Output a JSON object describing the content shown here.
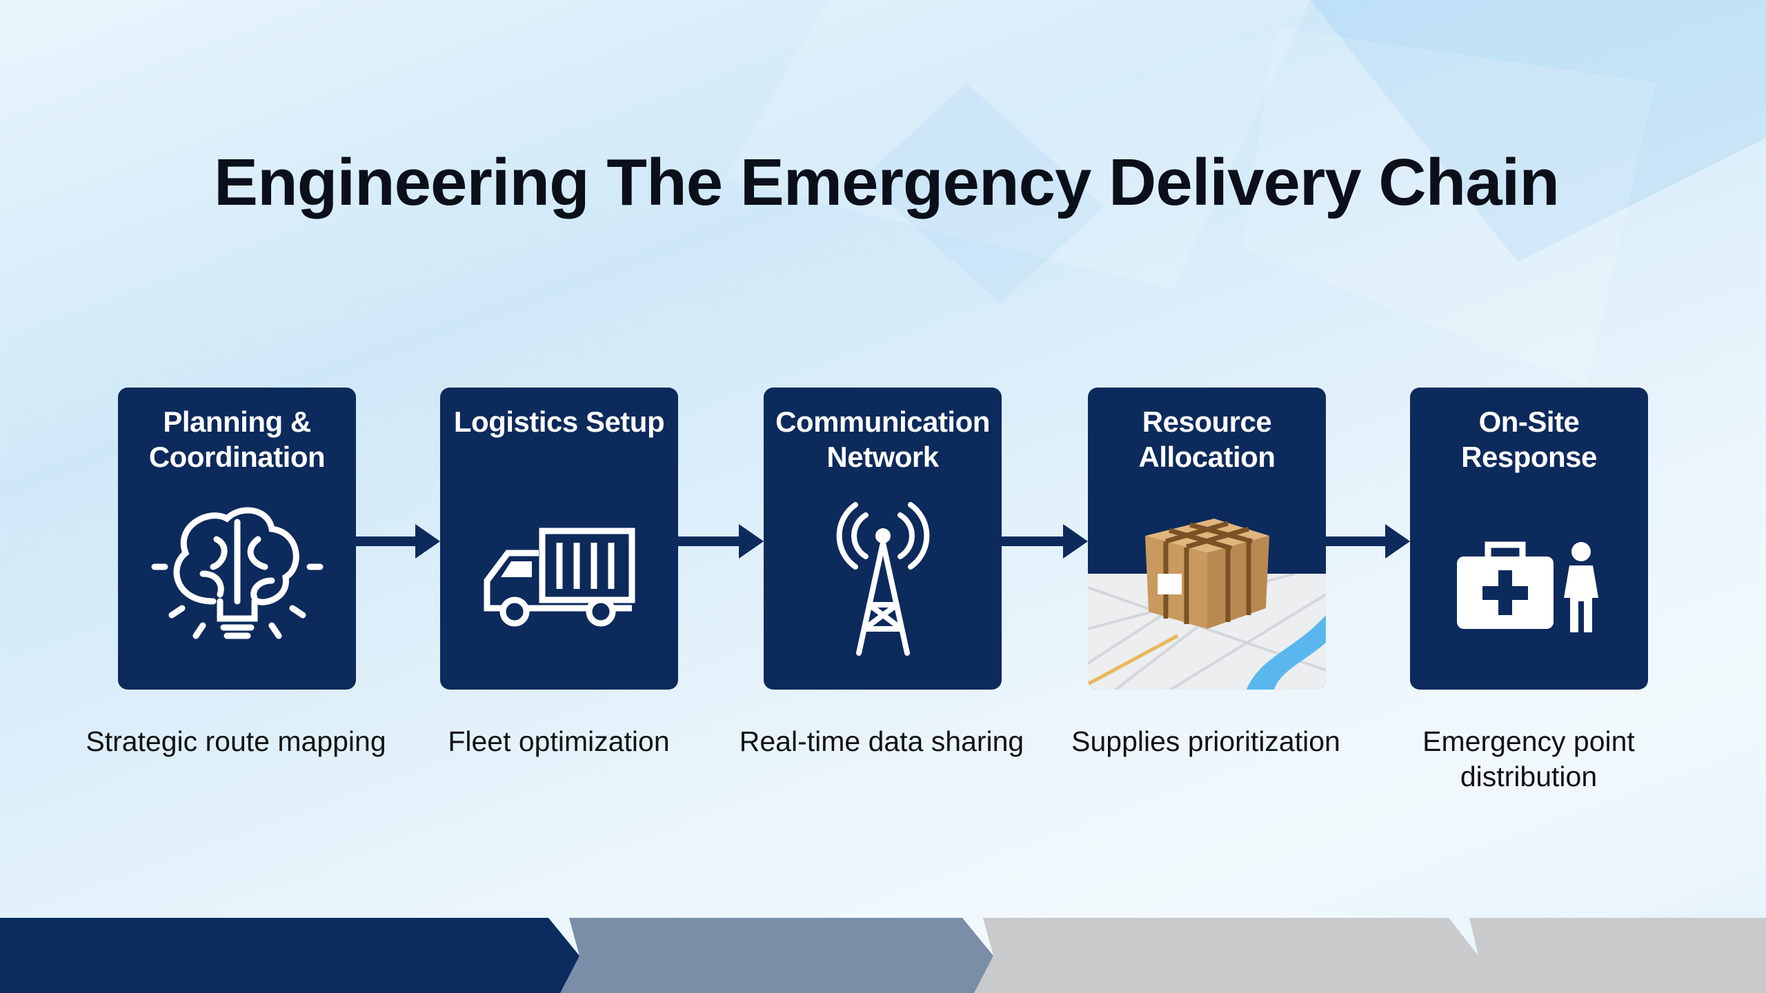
{
  "title": "Engineering The Emergency Delivery Chain",
  "steps": [
    {
      "title": "Planning & Coordination",
      "caption": "Strategic route mapping",
      "icon": "brain-lightbulb-icon"
    },
    {
      "title": "Logistics Setup",
      "caption": "Fleet optimization",
      "icon": "truck-icon"
    },
    {
      "title": "Communication Network",
      "caption": "Real-time data sharing",
      "icon": "radio-tower-icon"
    },
    {
      "title": "Resource Allocation",
      "caption": "Supplies prioritization",
      "icon": "crate-on-map-icon"
    },
    {
      "title": "On-Site Response",
      "caption": "Emergency point distribution",
      "icon": "medical-kit-worker-icon"
    }
  ],
  "colors": {
    "card": "#0d2a5c",
    "band1": "#0b2c5e",
    "band2": "#7a8ea8",
    "band3": "#c9cacb"
  }
}
